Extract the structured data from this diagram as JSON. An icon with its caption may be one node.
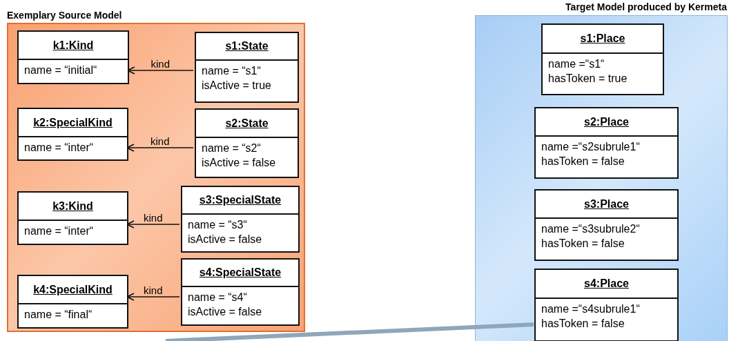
{
  "diagram": {
    "nodes": [
      {
        "text": [
          "Exemplary Source Model"
        ]
      },
      {
        "text": [
          "k1:Kind",
          "name = “initial“"
        ],
        "in": 0
      },
      {
        "text": [
          "s1:State",
          "name = “s1“",
          "isActive = true"
        ],
        "in": 0
      },
      {
        "text": [
          "k2:SpecialKind",
          "name = “inter“"
        ],
        "in": 0
      },
      {
        "text": [
          "s2:State",
          "name = “s2“",
          "isActive = false"
        ],
        "in": 0
      },
      {
        "text": [
          "k3:Kind",
          "name = “inter“"
        ],
        "in": 0
      },
      {
        "text": [
          "s3:SpecialState",
          "name = “s3“",
          "isActive = false"
        ],
        "in": 0
      },
      {
        "text": [
          "k4:SpecialKind",
          "name = “final“"
        ],
        "in": 0
      },
      {
        "text": [
          "s4:SpecialState",
          "name = “s4“",
          "isActive = false"
        ],
        "in": 0
      },
      {
        "text": [
          "Target Model produced by Kermeta"
        ]
      },
      {
        "text": [
          "s1:Place",
          "name =“s1“",
          "hasToken = true"
        ],
        "in": 9
      },
      {
        "text": [
          "s2:Place",
          "name =“s2subrule1“",
          "hasToken = false"
        ],
        "in": 9
      },
      {
        "text": [
          "s3:Place",
          "name =“s3subrule2“",
          "hasToken = false"
        ],
        "in": 9
      },
      {
        "text": [
          "s4:Place",
          "name =“s4subrule1“",
          "hasToken = false"
        ],
        "in": 9
      }
    ],
    "edges": [
      {
        "from": 2,
        "to": 1,
        "arrow": "to",
        "label": "kind"
      },
      {
        "from": 4,
        "to": 3,
        "arrow": "to",
        "label": "kind"
      },
      {
        "from": 6,
        "to": 5,
        "arrow": "to",
        "label": "kind"
      },
      {
        "from": 8,
        "to": 7,
        "arrow": "to",
        "label": "kind"
      },
      {
        "from": null,
        "to": 13,
        "arrow": "none",
        "style": "thick",
        "color": "#8fa6bb"
      }
    ]
  }
}
